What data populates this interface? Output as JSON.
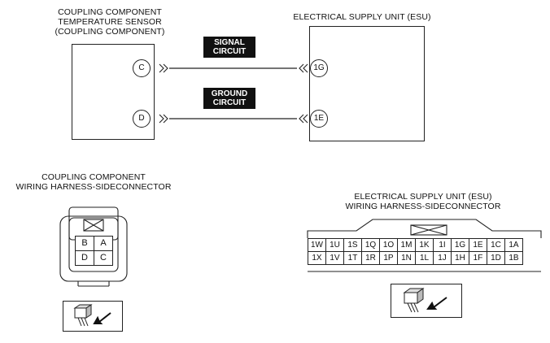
{
  "sensor": {
    "title_line1": "COUPLING COMPONENT",
    "title_line2": "TEMPERATURE SENSOR",
    "title_line3": "(COUPLING COMPONENT)",
    "pin_c": "C",
    "pin_d": "D"
  },
  "esu": {
    "title": "ELECTRICAL SUPPLY UNIT (ESU)",
    "pin_1g": "1G",
    "pin_1e": "1E"
  },
  "circuits": {
    "signal_line1": "SIGNAL",
    "signal_line2": "CIRCUIT",
    "ground_line1": "GROUND",
    "ground_line2": "CIRCUIT"
  },
  "coupling_connector": {
    "title_line1": "COUPLING COMPONENT",
    "title_line2": "WIRING HARNESS-SIDECONNECTOR",
    "pins": [
      "B",
      "A",
      "D",
      "C"
    ]
  },
  "esu_connector": {
    "title_line1": "ELECTRICAL SUPPLY UNIT (ESU)",
    "title_line2": "WIRING HARNESS-SIDECONNECTOR",
    "row1": [
      "1W",
      "1U",
      "1S",
      "1Q",
      "1O",
      "1M",
      "1K",
      "1I",
      "1G",
      "1E",
      "1C",
      "1A"
    ],
    "row2": [
      "1X",
      "1V",
      "1T",
      "1R",
      "1P",
      "1N",
      "1L",
      "1J",
      "1H",
      "1F",
      "1D",
      "1B"
    ]
  },
  "icons": [
    "connector-view-arrow-icon",
    "connector-view-arrow-icon"
  ]
}
